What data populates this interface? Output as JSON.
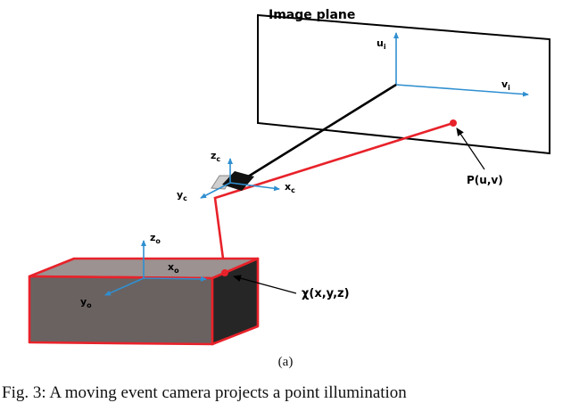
{
  "diagram": {
    "image_plane_label": "Image plane",
    "image_axes": {
      "u": "u",
      "u_sub": "i",
      "v": "v",
      "v_sub": "i"
    },
    "camera_axes": {
      "z": "z",
      "z_sub": "c",
      "y": "y",
      "y_sub": "c",
      "x": "x",
      "x_sub": "c"
    },
    "object_axes": {
      "z": "z",
      "z_sub": "o",
      "x": "x",
      "x_sub": "o",
      "y": "y",
      "y_sub": "o"
    },
    "projected_point_label": "P(u,v)",
    "world_point_label": "χ(x,y,z)",
    "colors": {
      "ray": "#e8222a",
      "axis": "#2f8fd0",
      "optical_axis": "#000000",
      "box_top": "#9b9291",
      "box_front": "#6a6261",
      "box_side": "#262626"
    }
  },
  "caption": {
    "subfigure": "(a)",
    "text": "Fig. 3: A moving event camera projects a point illumination"
  }
}
